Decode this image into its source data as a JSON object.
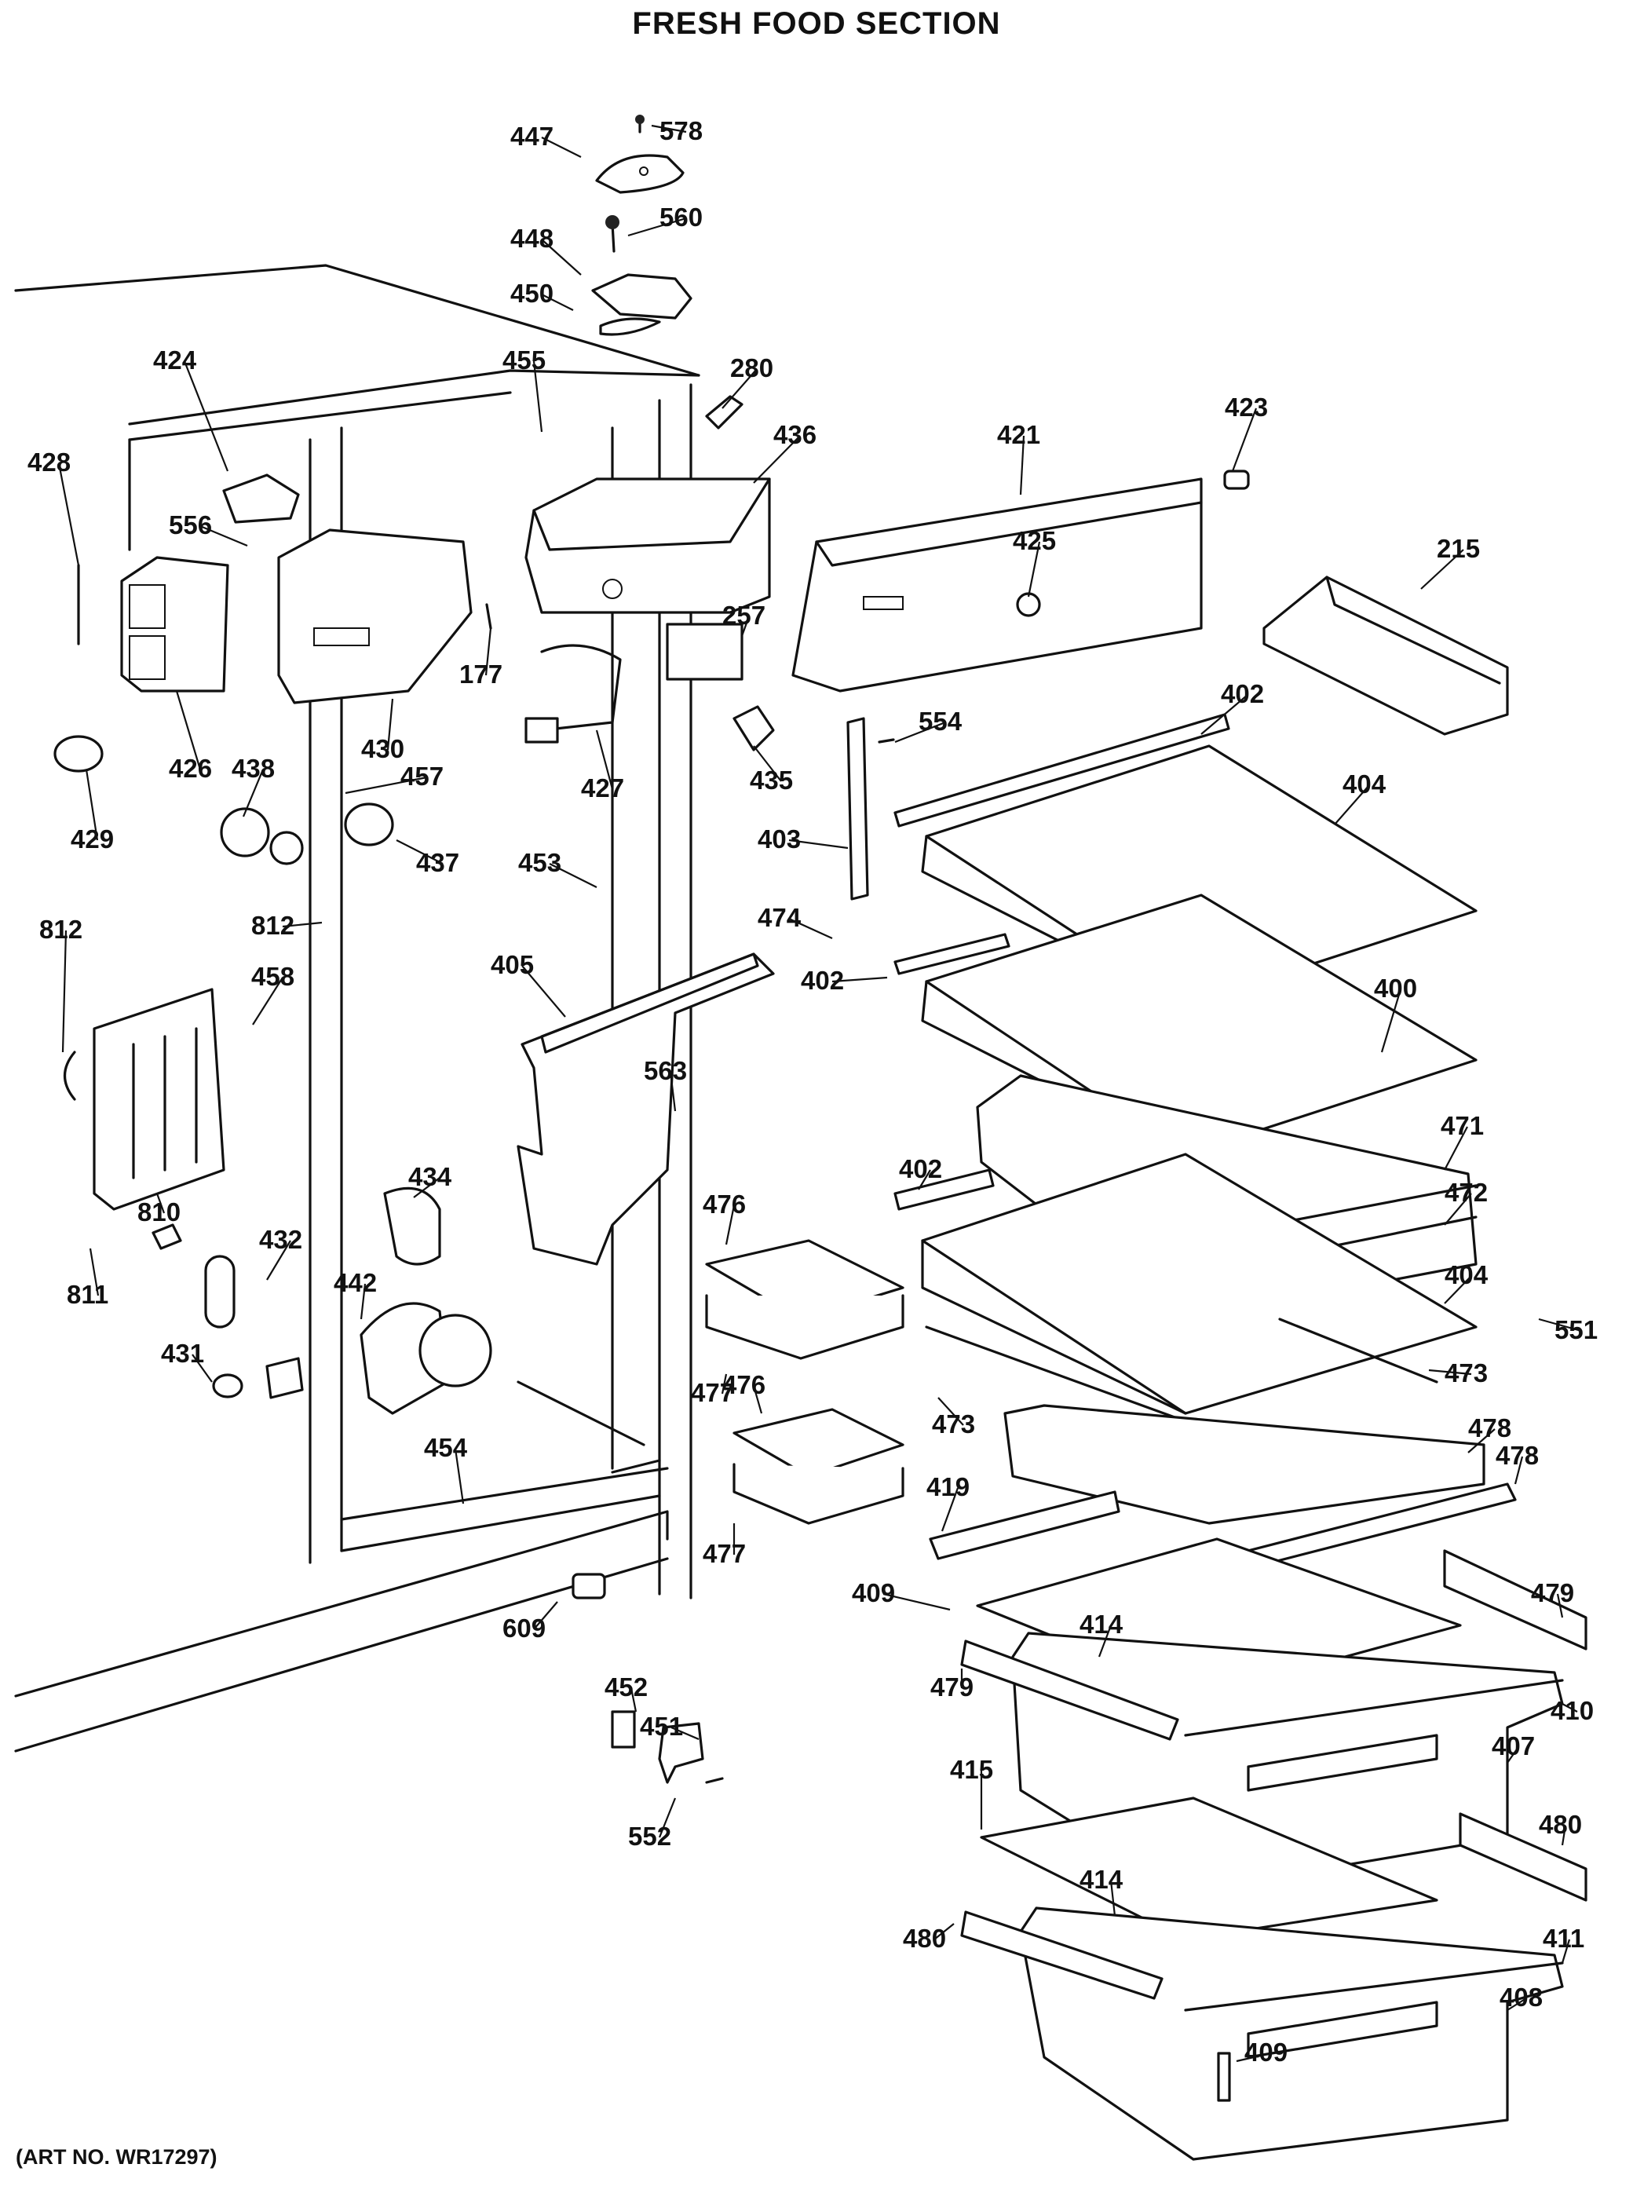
{
  "title": "FRESH FOOD SECTION",
  "art_number": "(ART NO. WR17297)",
  "part_labels": [
    "447",
    "578",
    "560",
    "448",
    "450",
    "280",
    "455",
    "424",
    "436",
    "421",
    "423",
    "428",
    "425",
    "215",
    "556",
    "257",
    "177",
    "426",
    "430",
    "427",
    "402",
    "554",
    "435",
    "429",
    "438",
    "457",
    "404",
    "437",
    "453",
    "403",
    "812",
    "458",
    "474",
    "812",
    "405",
    "402",
    "400",
    "563",
    "434",
    "810",
    "471",
    "402",
    "472",
    "476",
    "432",
    "811",
    "442",
    "404",
    "551",
    "431",
    "473",
    "473",
    "477",
    "476",
    "454",
    "478",
    "478",
    "419",
    "477",
    "409",
    "479",
    "609",
    "414",
    "479",
    "452",
    "410",
    "451",
    "407",
    "552",
    "415",
    "480",
    "414",
    "480",
    "411",
    "408",
    "409"
  ]
}
